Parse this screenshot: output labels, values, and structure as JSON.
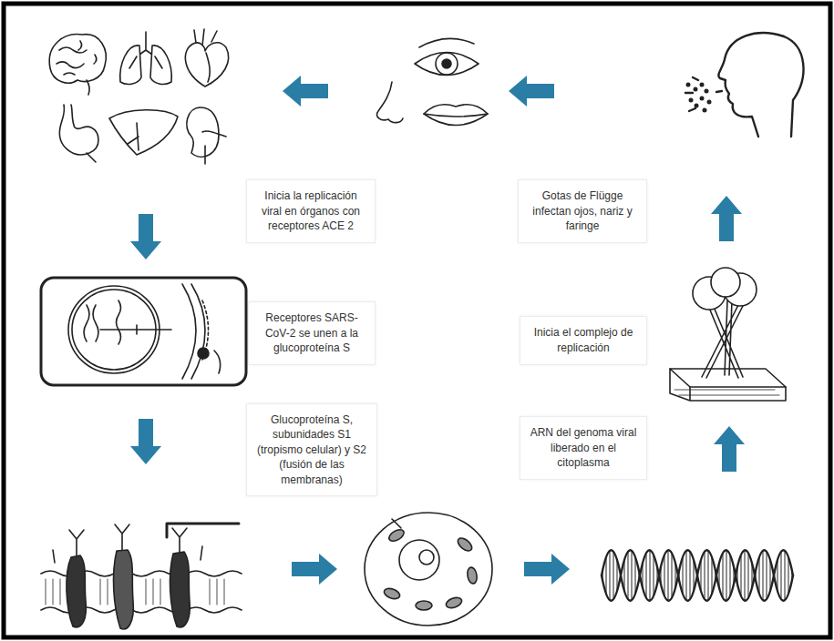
{
  "diagram": {
    "nodes": [
      {
        "text": [
          "Inicia la replicación viral en órganos con receptores ACE 2"
        ]
      },
      {
        "text": [
          "Gotas de Flügge infectan ojos, nariz y faringe"
        ]
      },
      {
        "text": [
          "Receptores SARS-CoV-2 se unen a la glucoproteína S"
        ]
      },
      {
        "text": [
          "Inicia el complejo de replicación"
        ]
      },
      {
        "text": [
          "Glucoproteína S, subunidades S1 (tropismo celular) y S2 (fusión de las membranas)"
        ]
      },
      {
        "text": [
          "ARN del genoma viral liberado en el citoplasma"
        ]
      }
    ]
  }
}
